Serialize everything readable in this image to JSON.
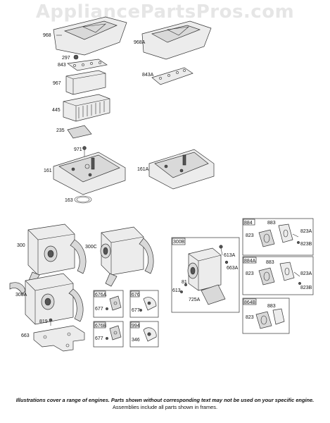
{
  "watermark": "AppliancePartsPros.com",
  "labels": {
    "p968": "968",
    "p297": "297",
    "p843": "843",
    "p967": "967",
    "p445": "445",
    "p235": "235",
    "p971": "971",
    "p161": "161",
    "p163": "163",
    "p968A": "968A",
    "p843A": "843A",
    "p161A": "161A",
    "p300": "300",
    "p300C": "300C",
    "p300A": "300A",
    "p819": "819",
    "p663": "663",
    "p676A": "676A",
    "p677a": "677",
    "p676": "676",
    "p677b": "677",
    "p676B": "676B",
    "p677c": "677",
    "p994": "994",
    "p346": "346",
    "p300B": "300B",
    "p613A": "613A",
    "p663A": "663A",
    "p81": "81",
    "p613": "613",
    "p725A": "725A",
    "p884": "884",
    "p883a": "883",
    "p823a": "823",
    "p823Aa": "823A",
    "p823Ba": "823B",
    "p884A": "884A",
    "p883b": "883",
    "p823b": "823",
    "p823Ab": "823A",
    "p823Bb": "823B",
    "p864B": "864B",
    "p883c": "883",
    "p823c": "823"
  },
  "footer": {
    "line1": "Illustrations cover a range of engines. Parts shown without corresponding text may not be used on your specific engine.",
    "line2": "Assemblies include all parts shown in frames."
  }
}
